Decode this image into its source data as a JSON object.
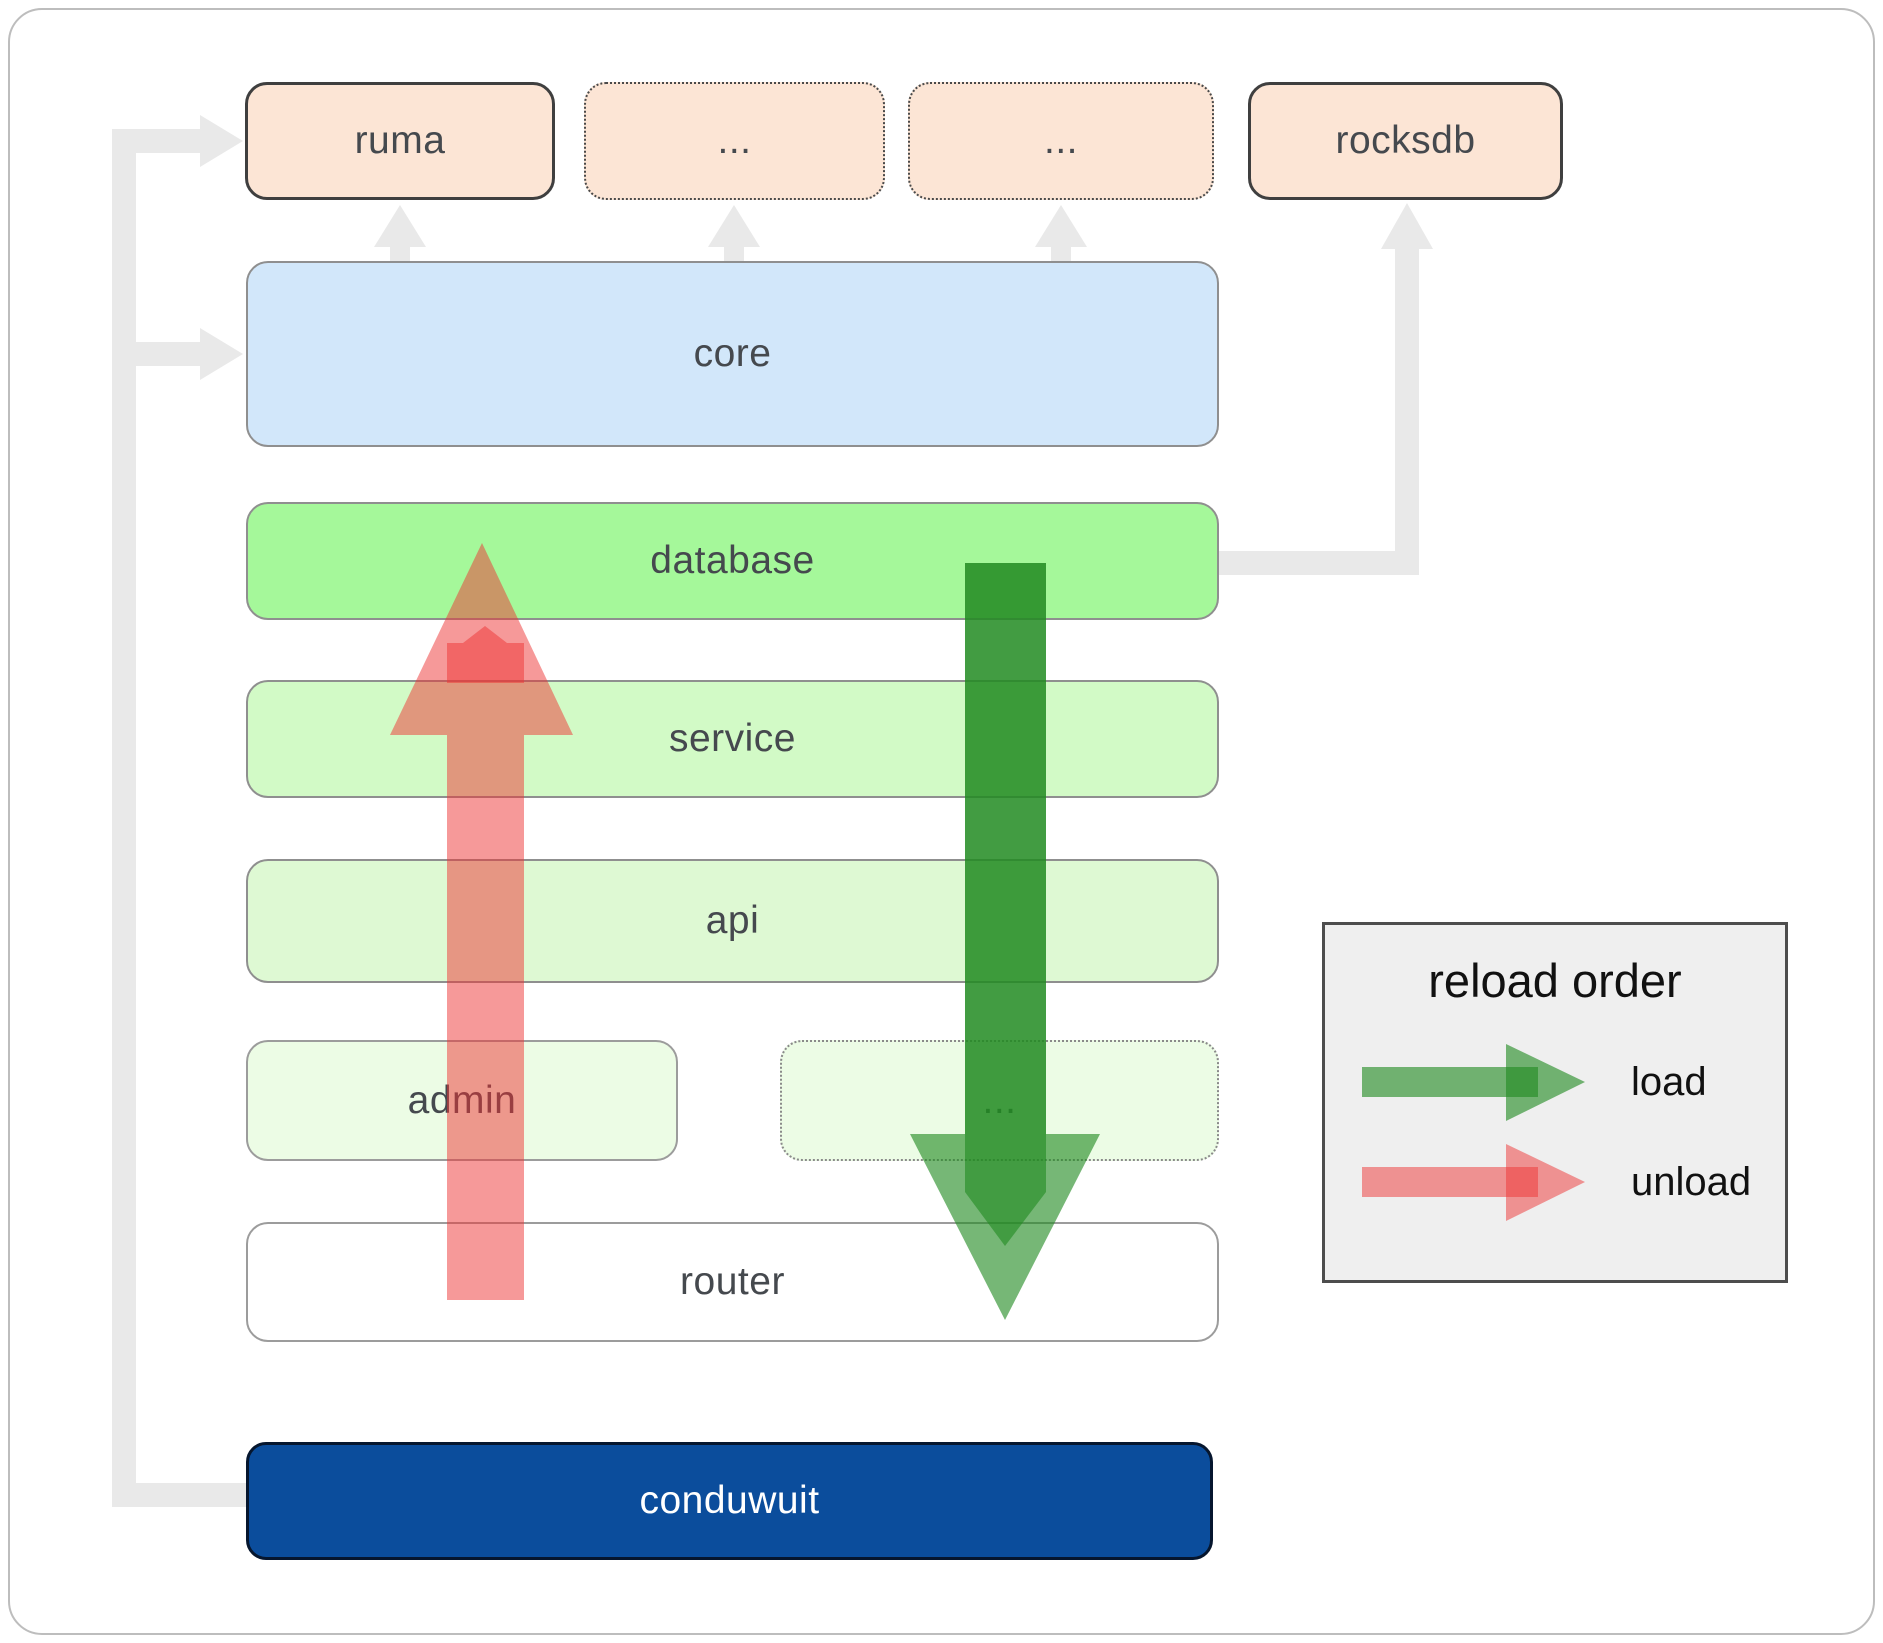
{
  "boxes": {
    "ruma": "ruma",
    "deps_more_1": "...",
    "deps_more_2": "...",
    "rocksdb": "rocksdb",
    "core": "core",
    "database": "database",
    "service": "service",
    "api": "api",
    "admin": "admin",
    "modules_more": "...",
    "router": "router",
    "conduwuit": "conduwuit"
  },
  "legend": {
    "title": "reload order",
    "load": "load",
    "unload": "unload"
  },
  "colors": {
    "peach_box_fill": "#fce5d5",
    "core_fill": "#d2e7fa",
    "database_fill": "#a5f89a",
    "service_fill": "#d2fac6",
    "api_fill": "#def9d3",
    "admin_fill": "#ecfce5",
    "router_fill": "#ffffff",
    "conduwuit_fill": "#0b4d9c",
    "conduwuit_text": "#ffffff",
    "box_label_text": "#45494e",
    "connector_gray": "#e9e9e9",
    "load_arrow_green": "rgba(34,139,34,0.62)",
    "unload_arrow_red": "rgba(238,51,51,0.5)",
    "legend_bg": "#efefef",
    "legend_border": "#4d4d4d"
  }
}
